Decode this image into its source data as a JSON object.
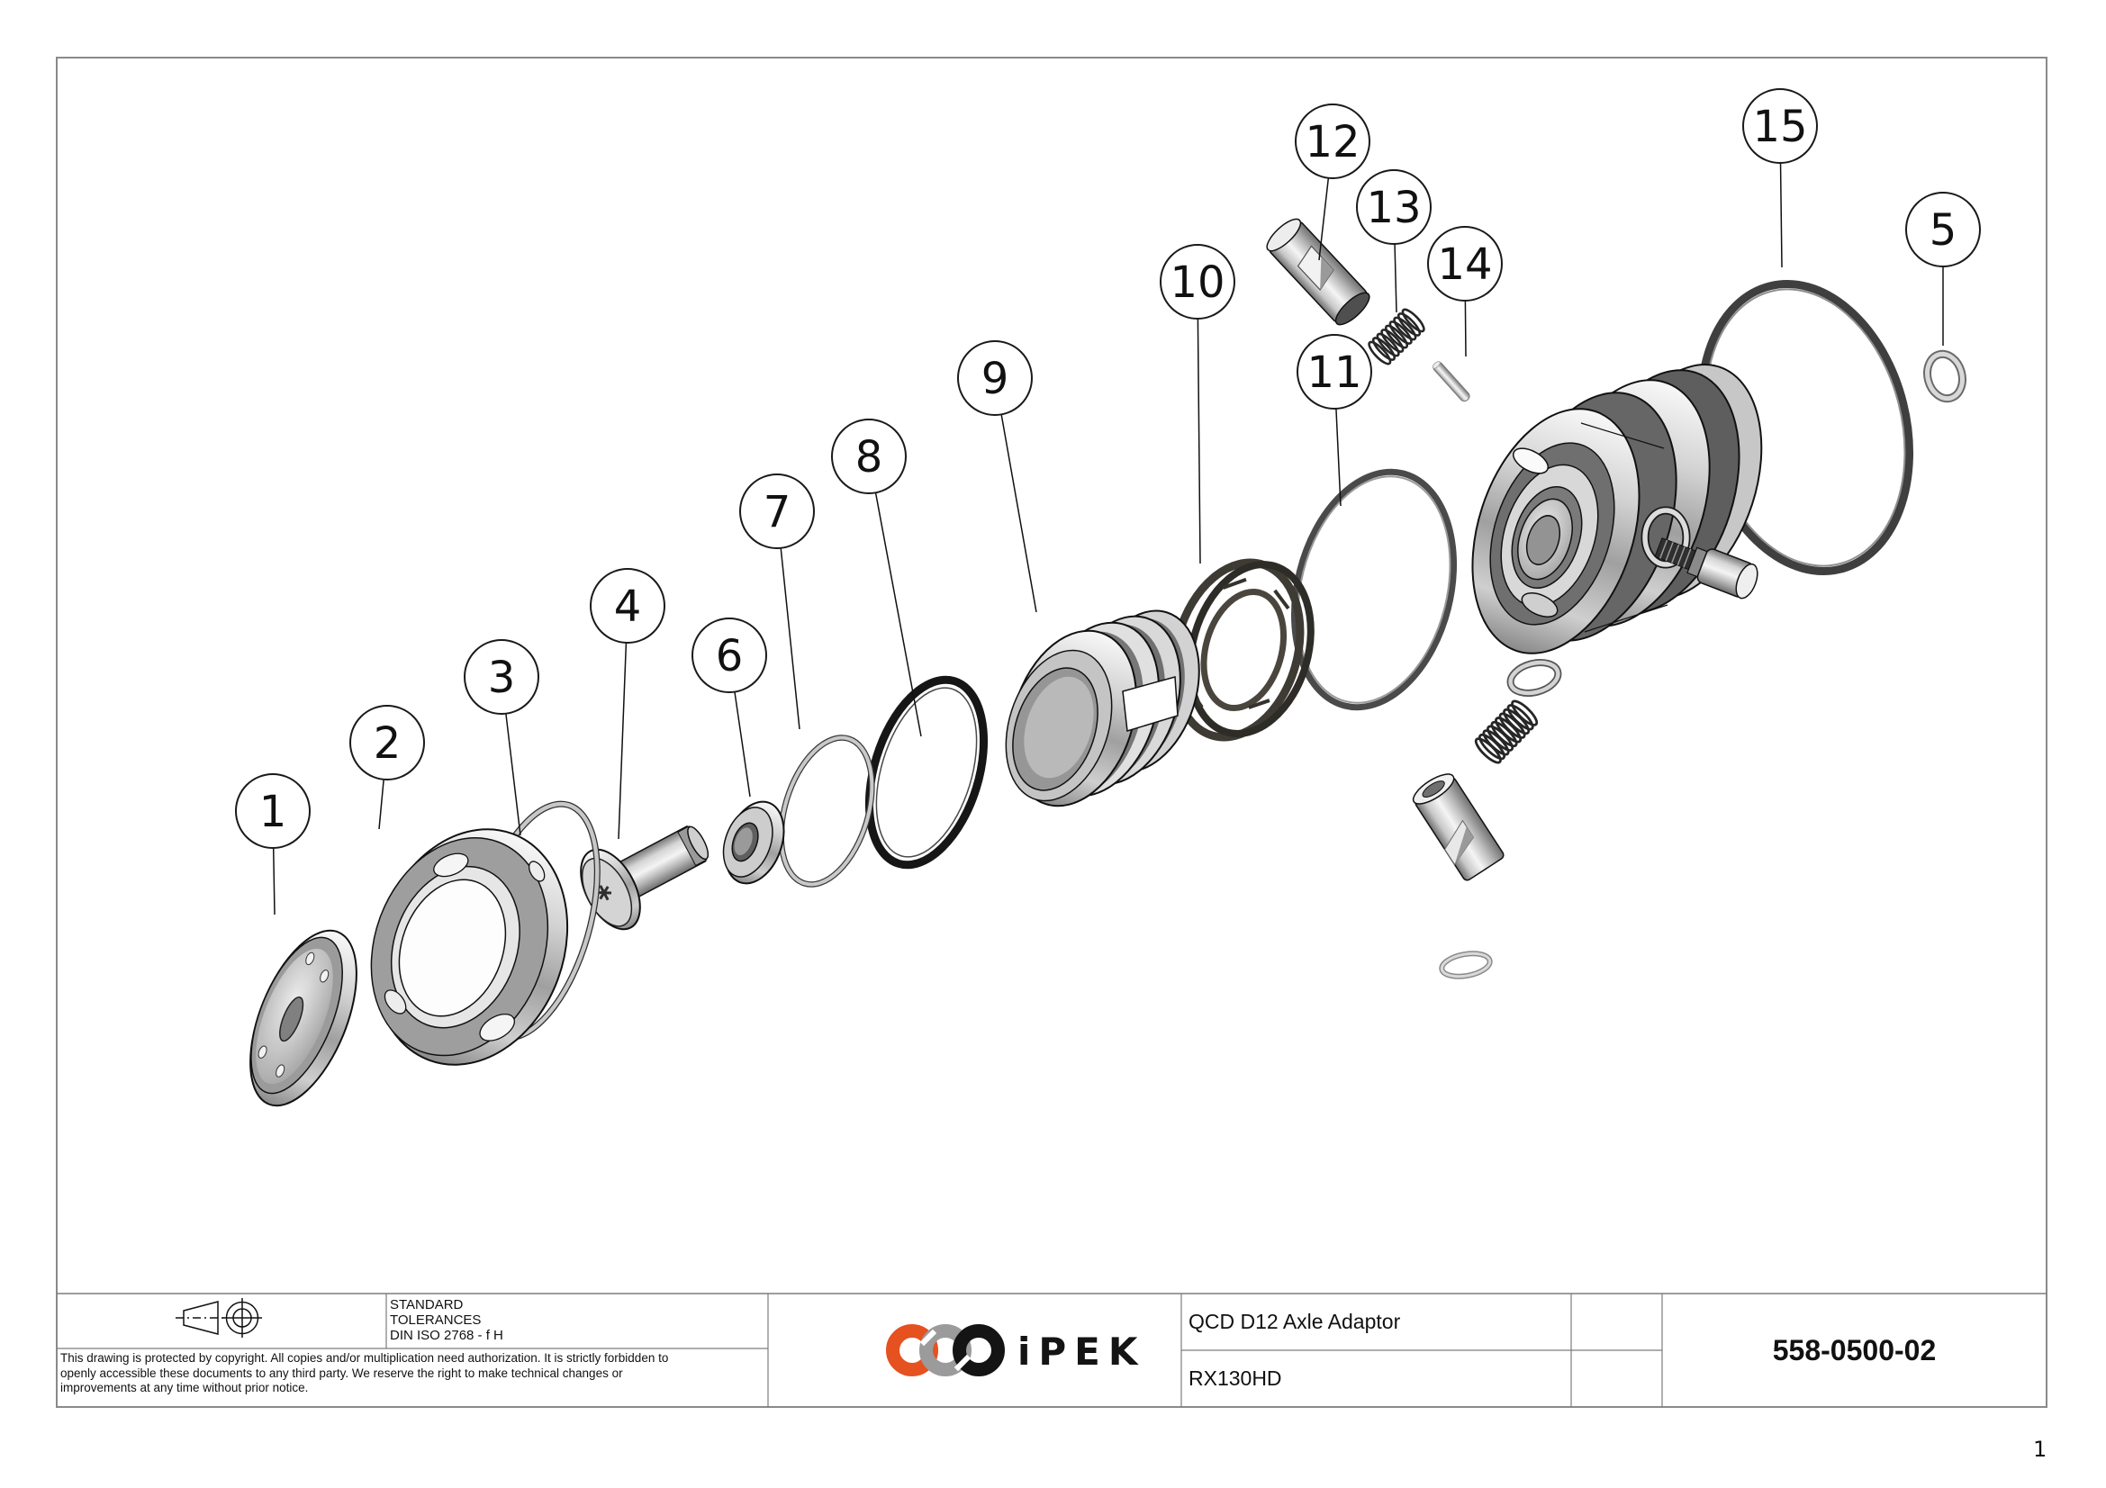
{
  "drawing": {
    "balloons": [
      {
        "label": "1"
      },
      {
        "label": "2"
      },
      {
        "label": "3"
      },
      {
        "label": "4"
      },
      {
        "label": "5"
      },
      {
        "label": "6"
      },
      {
        "label": "7"
      },
      {
        "label": "8"
      },
      {
        "label": "9"
      },
      {
        "label": "10"
      },
      {
        "label": "11"
      },
      {
        "label": "12"
      },
      {
        "label": "13"
      },
      {
        "label": "14"
      },
      {
        "label": "15"
      }
    ]
  },
  "title_block": {
    "tolerances": [
      "STANDARD",
      "TOLERANCES",
      "DIN ISO 2768 - f H"
    ],
    "copyright": [
      "This drawing is protected by copyright. All copies and/or multiplication need authorization. It is strictly forbidden to",
      "openly accessible these documents to any third party. We reserve the right to make technical changes or",
      "improvements at any time without prior notice."
    ],
    "logo": {
      "text": "iPEK",
      "orange": "#E5511F",
      "gray": "#9B9B9B",
      "black": "#141414"
    },
    "title": "QCD D12 Axle Adaptor",
    "model": "RX130HD",
    "part_number": "558-0500-02"
  },
  "page": {
    "number": "1"
  }
}
